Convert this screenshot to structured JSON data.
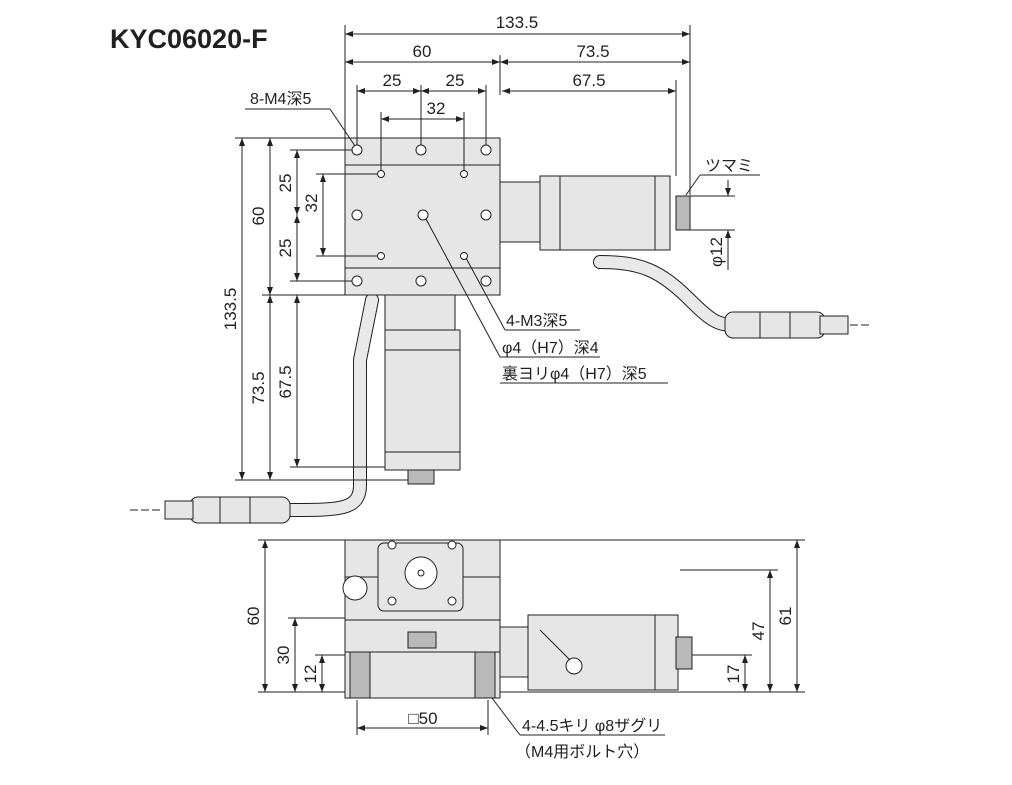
{
  "title": "KYC06020-F",
  "top_view": {
    "dims_horizontal": {
      "overall": "133.5",
      "stage": "60",
      "motor": "73.5",
      "hole_25a": "25",
      "hole_25b": "25",
      "motor_len": "67.5",
      "pin_32": "32"
    },
    "dims_vertical": {
      "overall": "133.5",
      "stage": "60",
      "motor": "73.5",
      "hole_25a": "25",
      "hole_25b": "25",
      "pin_32": "32",
      "motor_len": "67.5"
    },
    "labels": {
      "tapped_holes": "8-M4深5",
      "knob": "ツマミ",
      "knob_dia": "φ12",
      "m3_holes": "4-M3深5",
      "pin_hole": "φ4（H7）深4",
      "rear_pin_hole": "裏ヨリφ4（H7）深5"
    }
  },
  "front_view": {
    "dims": {
      "height": "60",
      "mid": "30",
      "base": "12",
      "overall": "61",
      "motor_h": "47",
      "knob_h": "17",
      "square": "□50"
    },
    "labels": {
      "mount_holes": "4-4.5キリ φ8ザグリ",
      "mount_note": "（M4用ボルト穴）"
    }
  }
}
